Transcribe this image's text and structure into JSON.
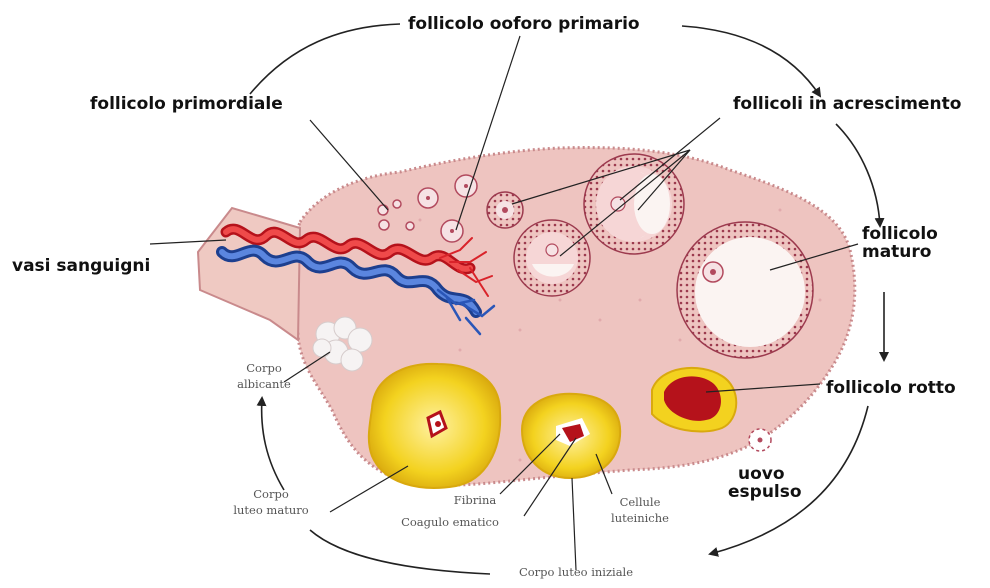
{
  "labels": {
    "follicolo_ooforo_primario": "follicolo ooforo primario",
    "follicolo_primordiale": "follicolo primordiale",
    "follicoli_in_accrescimento": "follicoli in acrescimento",
    "vasi_sanguigni": "vasi sanguigni",
    "follicolo_maturo_1": "follicolo",
    "follicolo_maturo_2": "maturo",
    "follicolo_rotto": "follicolo rotto",
    "uovo_espulso_1": "uovo",
    "uovo_espulso_2": "espulso",
    "corpo_albicante_1": "Corpo",
    "corpo_albicante_2": "albicante",
    "corpo_luteo_maturo_1": "Corpo",
    "corpo_luteo_maturo_2": "luteo maturo",
    "fibrina": "Fibrina",
    "coagulo_ematico": "Coagulo ematico",
    "cellule_luteiniche_1": "Cellule",
    "cellule_luteiniche_2": "luteiniche",
    "corpo_luteo_iniziale": "Corpo luteo iniziale"
  },
  "colors": {
    "ovary_fill": "#eec4c0",
    "ovary_edge": "#c98a8c",
    "follicle_ring": "#b24a5e",
    "antrum": "#fbf4f2",
    "artery": "#d9232a",
    "vein": "#2a56b8",
    "corpus_luteum": "#f3d21f",
    "clot": "#b5121b",
    "arrow": "#222222"
  }
}
